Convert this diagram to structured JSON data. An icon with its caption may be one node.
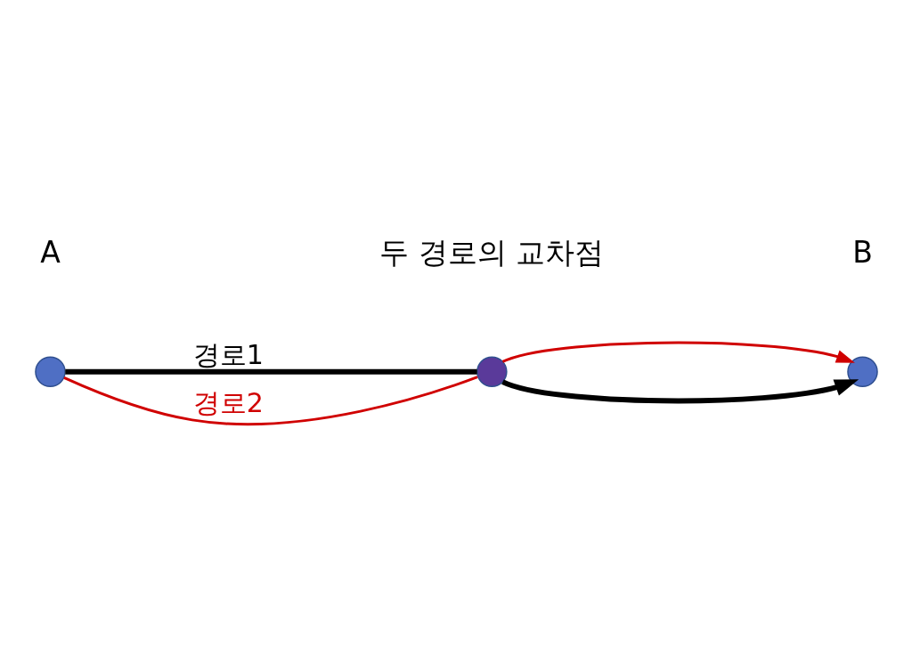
{
  "diagram": {
    "nodes": [
      {
        "text": [],
        "shape": "circle",
        "beside": [
          "A"
        ]
      },
      {
        "text": [],
        "shape": "circle",
        "beside": [
          "두 경로의 교차점"
        ]
      },
      {
        "text": [],
        "shape": "circle",
        "beside": [
          "B"
        ]
      }
    ],
    "edges": [
      {
        "from": 0,
        "to": 1,
        "arrow": "none",
        "label": "경로1",
        "style": "thick"
      },
      {
        "from": 1,
        "to": 2,
        "arrow": "to",
        "style": "thick"
      },
      {
        "from": 0,
        "to": 1,
        "arrow": "none",
        "label": "경로2",
        "color": "#d00000"
      },
      {
        "from": 1,
        "to": 2,
        "arrow": "to",
        "color": "#d00000"
      }
    ]
  }
}
